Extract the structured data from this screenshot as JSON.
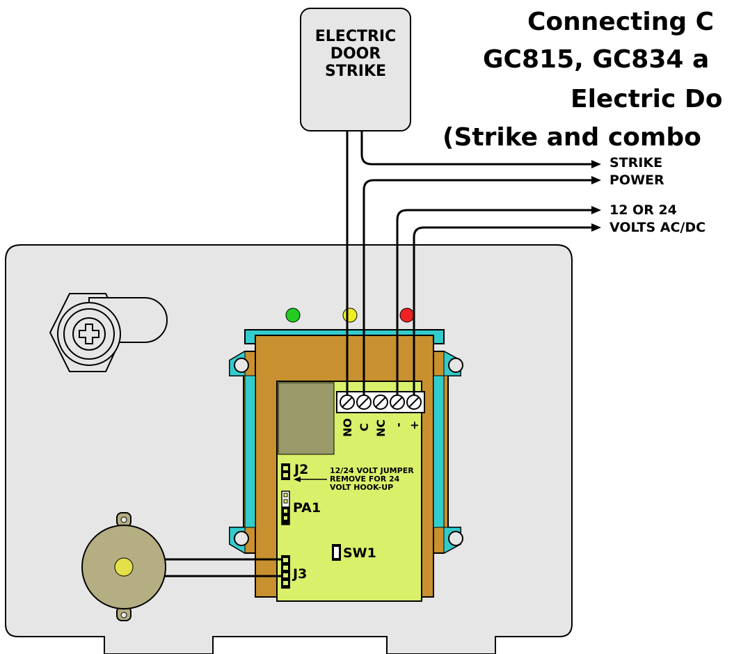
{
  "title": {
    "line1": "Connecting C",
    "line2": "GC815, GC834 a",
    "line3": "Electric Do",
    "line4": "(Strike and combo"
  },
  "strike_device": {
    "line1": "ELECTRIC",
    "line2": "DOOR",
    "line3": "STRIKE"
  },
  "wire_labels": {
    "strike": "STRIKE",
    "power": "POWER",
    "volts_line1": "12 OR 24",
    "volts_line2": "VOLTS AC/DC"
  },
  "terminals": [
    "NO",
    "C",
    "NC",
    "-",
    "+"
  ],
  "board": {
    "j2": "J2",
    "pa1": "PA1",
    "sw1": "SW1",
    "j3": "J3",
    "jumper_note": [
      "12/24 VOLT JUMPER",
      "REMOVE FOR 24",
      "VOLT HOOK-UP"
    ]
  },
  "led_colors": {
    "green": "#22cc22",
    "yellow": "#eeee22",
    "red": "#ee2222"
  },
  "colors": {
    "housing": "#e6e6e6",
    "mount": "#c8902e",
    "mount_edge": "#33cccc",
    "pcb": "#d9f06b",
    "relay": "#9a9a6a",
    "buzzer": "#b4ae82",
    "buzzer_center": "#e3e04a"
  }
}
